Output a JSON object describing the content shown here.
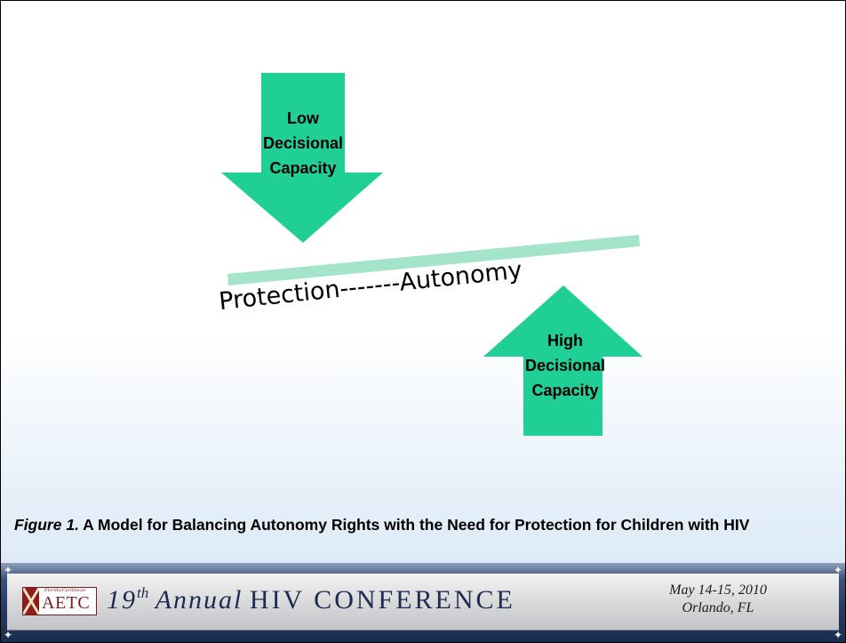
{
  "diagram": {
    "top_arrow": {
      "label_lines": [
        "Low",
        "Decisional",
        "Capacity"
      ],
      "direction": "down",
      "color": "#1fcf96"
    },
    "bottom_arrow": {
      "label_lines": [
        "High",
        "Decisional",
        "Capacity"
      ],
      "direction": "up",
      "color": "#1fcf96"
    },
    "beam_color": "#a4e4cb",
    "axis_label": "Protection-------Autonomy"
  },
  "caption": {
    "figure_label": "Figure 1.",
    "text": " A Model for Balancing Autonomy Rights with the Need for Protection for Children with HIV"
  },
  "footer": {
    "logo_script": "Florida/Caribbean",
    "logo_text": "AETC",
    "title_ordinal_number": "19",
    "title_ordinal_suffix": "th",
    "title_annual": "Annual",
    "title_main": "HIV CONFERENCE",
    "date": "May 14-15, 2010",
    "location": "Orlando, FL"
  }
}
